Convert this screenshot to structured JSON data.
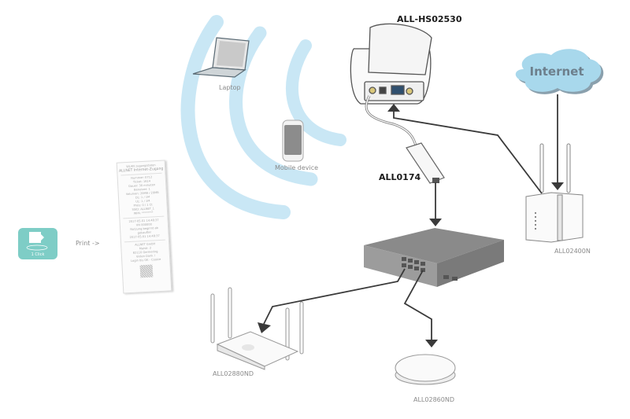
{
  "diagram": {
    "title_device": "ALL-HS02530",
    "poe_injector": "ALL0174",
    "router": "ALL02400N",
    "access_point_outdoor": "ALL02880ND",
    "access_point_ceiling": "ALL02860ND",
    "cloud": "Internet",
    "laptop": "Laptop",
    "mobile": "Mobile device",
    "print_label": "Print ->",
    "one_click": {
      "caption": "1 Click",
      "color": "#7ecdc6"
    },
    "wifi_wave_color": "#c9e7f5",
    "cloud_color": "#a8d8ec",
    "arrow_color": "#3a3a3a"
  },
  "receipt": {
    "header": "WLAN zugangsdaten",
    "title": "ALLNET Internet-Zugang",
    "fields": [
      "Nummer:   0712",
      "Ticket:   1614",
      "Dauer:    30 minuten",
      "Benutzer: 1",
      "Volumen:  20MB / 20MB",
      "DL:       1 / 1M",
      "UL:       1 / 1M",
      "Preis:    0 / 1 Ct",
      "SSID:     ALLNET_1",
      "WPA:      ********"
    ],
    "block2": [
      "2017-05-01 14:48:37",
      "VN 000000",
      "Nutzung beginnt ab",
      "gekaufter",
      "2017-05-01 14:48:37"
    ],
    "block3": [
      "ALLNET GmbH",
      "Maistr. 2",
      "82110 Germering",
      "Vielen Dank !",
      "Login bis OK - Cookie"
    ]
  },
  "connections": [
    {
      "from": "ALL02400N",
      "to": "ALL-HS02530"
    },
    {
      "from": "Internet",
      "to": "ALL02400N"
    },
    {
      "from": "ALL-HS02530",
      "to": "ALL0174"
    },
    {
      "from": "ALL0174",
      "to": "Switch"
    },
    {
      "from": "Switch",
      "to": "ALL02880ND"
    },
    {
      "from": "Switch",
      "to": "ALL02860ND"
    }
  ]
}
